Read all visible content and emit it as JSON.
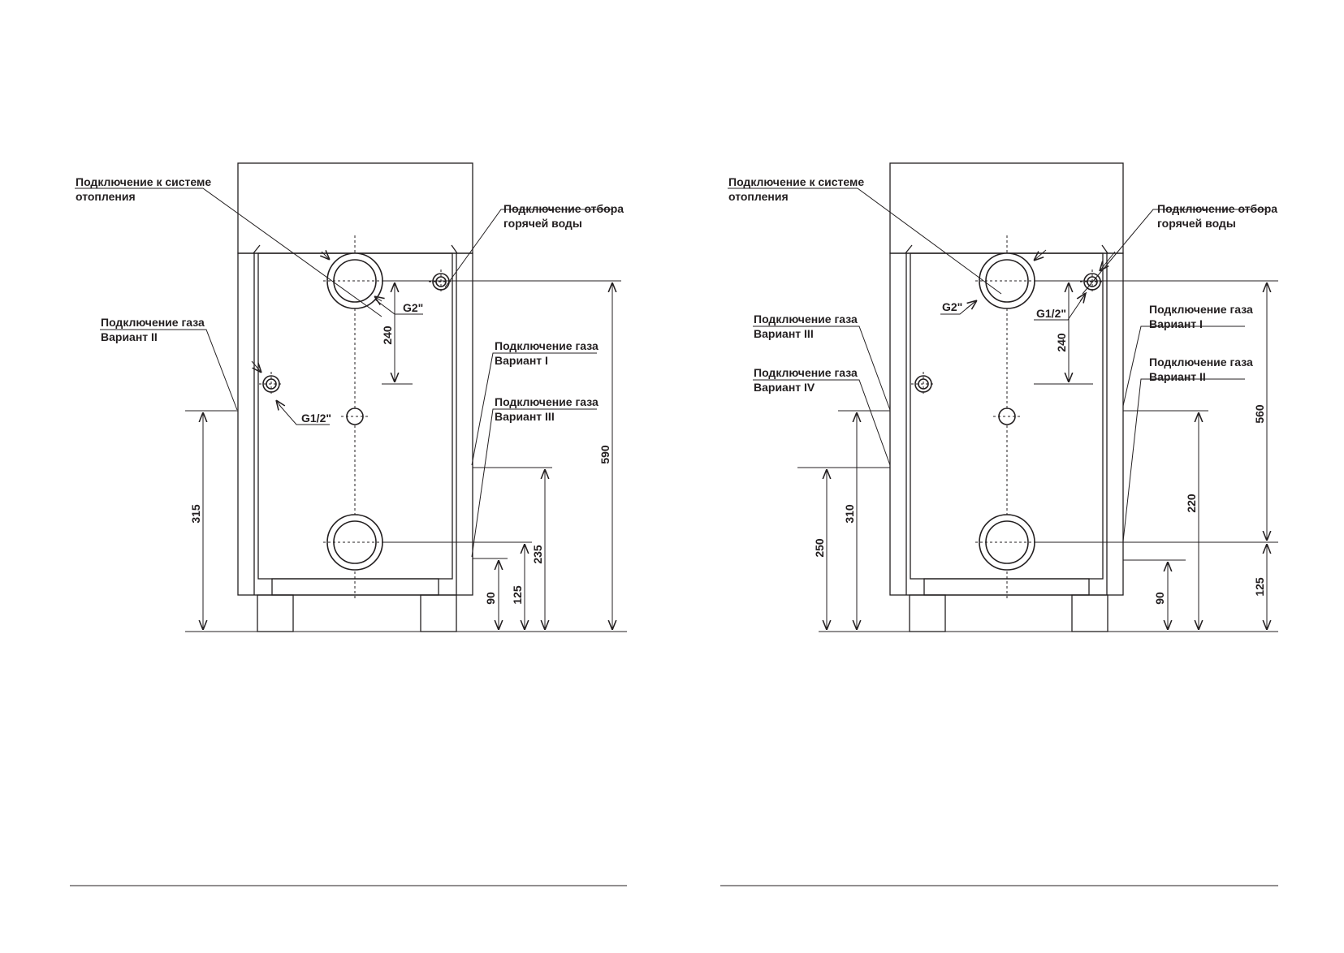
{
  "left": {
    "heating": [
      "Подключение к системе",
      "отопления"
    ],
    "hot_water": [
      "Подключение отбора",
      "горячей воды"
    ],
    "gas_v2": [
      "Подключение газа",
      "Вариант II"
    ],
    "gas_v1": [
      "Подключение газа",
      "Вариант I"
    ],
    "gas_v3": [
      "Подключение газа",
      "Вариант III"
    ],
    "g2": "G2\"",
    "g12": "G1/2\"",
    "d240": "240",
    "d315": "315",
    "d590": "590",
    "d235": "235",
    "d125": "125",
    "d90": "90"
  },
  "right": {
    "heating": [
      "Подключение к системе",
      "отопления"
    ],
    "hot_water": [
      "Подключение отбора",
      "горячей воды"
    ],
    "gas_v3": [
      "Подключение газа",
      "Вариант III"
    ],
    "gas_v4": [
      "Подключение газа",
      "Вариант IV"
    ],
    "gas_v1": [
      "Подключение газа",
      "Вариант I"
    ],
    "gas_v2": [
      "Подключение газа",
      "Вариант II"
    ],
    "g2": "G2\"",
    "g12": "G1/2\"",
    "d240": "240",
    "d560": "560",
    "d220": "220",
    "d310": "310",
    "d250": "250",
    "d125": "125",
    "d90": "90"
  }
}
